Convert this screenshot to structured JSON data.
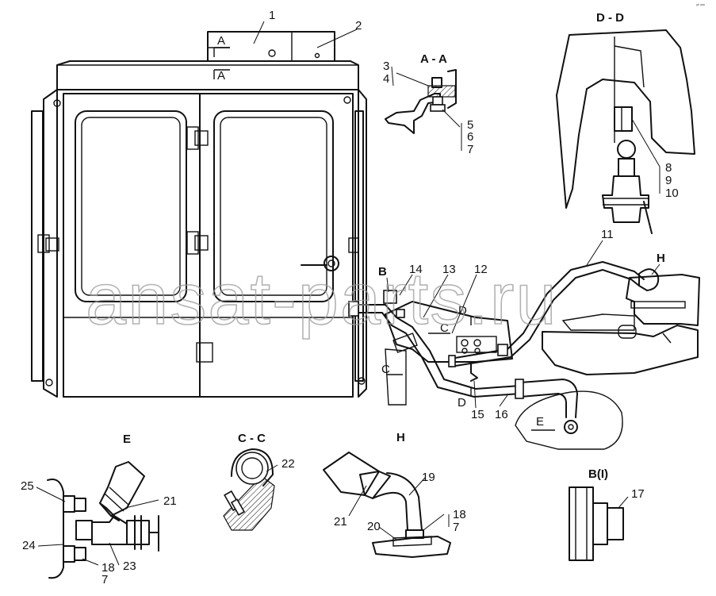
{
  "corner_mark": "ᵍᵇ ᵃᵃᵃ",
  "watermark": "ansat-parts.ru",
  "sections": {
    "aa": "A - A",
    "dd": "D - D",
    "cc": "C - C",
    "e": "E",
    "h": "H",
    "b": "B(I)"
  },
  "markers": {
    "a_top": "A",
    "a_bottom": "A",
    "b": "B",
    "c_upper": "C",
    "c_lower": "C",
    "d_upper": "D",
    "d_lower": "D",
    "h": "H",
    "e": "E"
  },
  "callouts": {
    "n1": "1",
    "n2": "2",
    "n3": "3",
    "n4": "4",
    "n5": "5",
    "n6": "6",
    "n7a": "7",
    "n8": "8",
    "n9": "9",
    "n10": "10",
    "n11": "11",
    "n12": "12",
    "n13": "13",
    "n14": "14",
    "n15": "15",
    "n16": "16",
    "n17": "17",
    "n18a": "18",
    "n7b": "7",
    "n19": "19",
    "n20": "20",
    "n21a": "21",
    "n22": "22",
    "n21b": "21",
    "n25": "25",
    "n24": "24",
    "n23": "23",
    "n18b": "18",
    "n7c": "7"
  }
}
